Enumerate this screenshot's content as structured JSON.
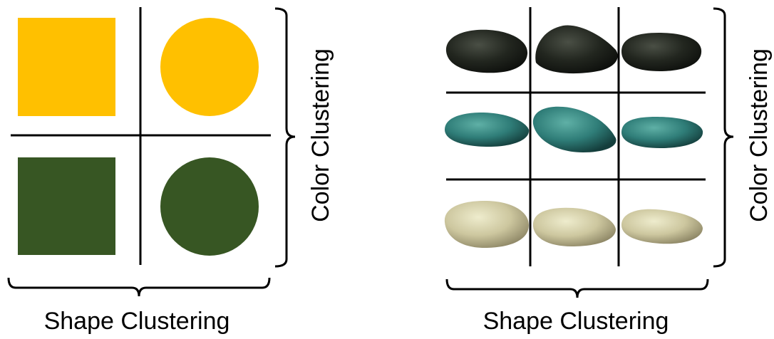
{
  "left_panel": {
    "bottom_label": "Shape Clustering",
    "side_label": "Color Clustering",
    "shapes": [
      {
        "shape": "square",
        "color": "#FFC000"
      },
      {
        "shape": "circle",
        "color": "#FFC000"
      },
      {
        "shape": "square",
        "color": "#375623"
      },
      {
        "shape": "circle",
        "color": "#375623"
      }
    ]
  },
  "right_panel": {
    "bottom_label": "Shape Clustering",
    "side_label": "Color Clustering",
    "stone_rows": [
      {
        "tone": "black",
        "colors": [
          "#1a1d18",
          "#2a2e26",
          "#3b3f36"
        ]
      },
      {
        "tone": "teal",
        "colors": [
          "#1f4f4c",
          "#3f8e87",
          "#2e6b6a"
        ]
      },
      {
        "tone": "pale-yellow",
        "colors": [
          "#d7d4a6",
          "#bdb38c",
          "#a7a07a"
        ]
      }
    ]
  }
}
